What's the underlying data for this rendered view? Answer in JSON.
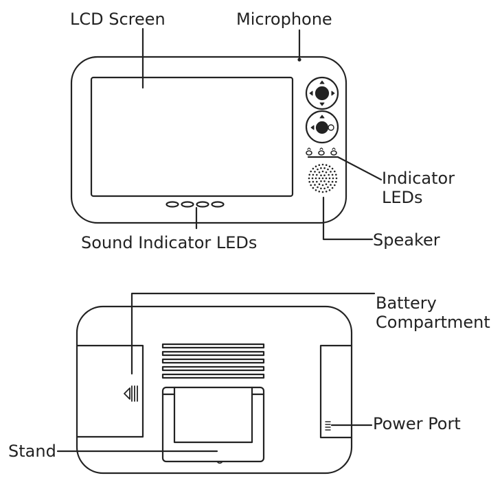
{
  "front_view": {
    "labels": {
      "lcd_screen": "LCD Screen",
      "microphone": "Microphone",
      "indicator_leds_line1": "Indicator",
      "indicator_leds_line2": "LEDs",
      "sound_indicator_leds": "Sound Indicator LEDs",
      "speaker": "Speaker"
    },
    "sound_led_count": 4,
    "indicator_led_count": 3
  },
  "back_view": {
    "labels": {
      "battery_line1": "Battery",
      "battery_line2": "Compartment",
      "power_port": "Power Port",
      "stand": "Stand"
    },
    "vent_slot_count": 5
  },
  "colors": {
    "line": "#222222",
    "background": "#ffffff"
  }
}
